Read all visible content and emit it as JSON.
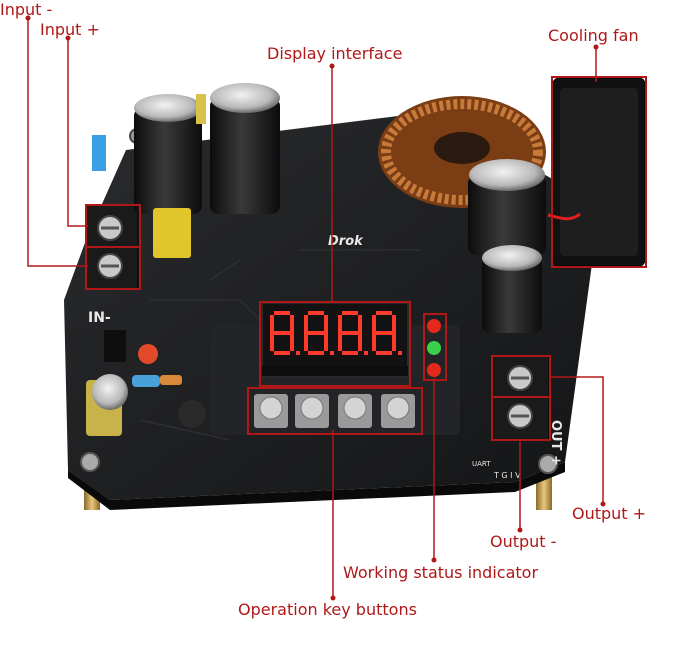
{
  "callouts": {
    "input_minus": "Input -",
    "input_plus": "Input +",
    "display_interface": "Display interface",
    "cooling_fan": "Cooling fan",
    "output_plus": "Output +",
    "output_minus": "Output -",
    "working_status_indicator": "Working status indicator",
    "operation_key_buttons": "Operation key buttons"
  },
  "board_text": {
    "brand": "Drok",
    "display_readout": "8.8.8.8.",
    "terminal_in_minus": "IN-",
    "terminal_out_plus": "OUT +",
    "uart": "UART",
    "uart_pins": "T G I V"
  },
  "colors": {
    "callout_red": "#b01818",
    "pcb_black": "#1b1c1e",
    "display_red": "#ff3a2a",
    "copper_coil": "#b8642a"
  }
}
